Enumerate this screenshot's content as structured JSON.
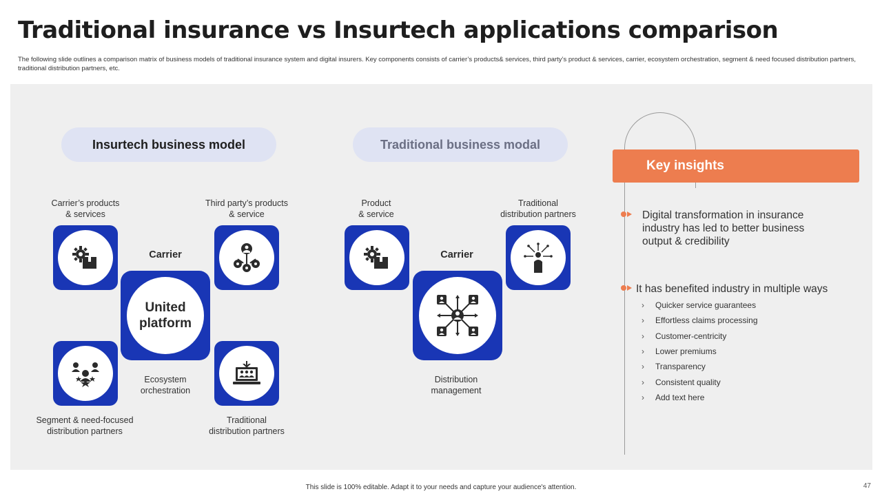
{
  "title": "Traditional insurance vs Insurtech applications comparison",
  "subtitle": "The following slide outlines a comparison matrix of business models of traditional insurance system and digital insurers. Key components consists of carrier’s products& services, third party’s product & services, carrier, ecosystem orchestration, segment & need focused distribution partners, traditional distribution partners, etc.",
  "insurtech": {
    "heading": "Insurtech business model",
    "carrier_label": "Carrier",
    "center_text": "United platform",
    "nodes": {
      "top_left": "Carrier’s  products\n& services",
      "top_right": "Third  party’s products\n& service",
      "middle_bottom": "Ecosystem\norchestration",
      "bottom_left": "Segment  & need-focused\ndistribution partners",
      "bottom_right": "Traditional\ndistribution partners"
    }
  },
  "traditional": {
    "heading": "Traditional business modal",
    "carrier_label": "Carrier",
    "nodes": {
      "top_left": "Product\n& service",
      "top_right": "Traditional\ndistribution partners",
      "bottom": "Distribution\nmanagement"
    }
  },
  "insights": {
    "heading": "Key insights",
    "point1": "Digital transformation  in insurance industry  has led to better business output  & credibility",
    "point2": "It has benefited industry  in multiple ways",
    "sub_items": [
      "Quicker service guarantees",
      "Effortless claims processing",
      "Customer-centricity",
      "Lower premiums",
      "Transparency",
      "Consistent quality",
      "Add text here"
    ]
  },
  "footer": "This slide is 100% editable.  Adapt it to your needs and capture your audience's attention.",
  "page_number": "47",
  "colors": {
    "accent_blue": "#1936b5",
    "accent_orange": "#ed7d4f",
    "pill_bg": "#dfe3f3",
    "panel_bg": "#efefef"
  },
  "icons": [
    "gear-box-icon",
    "network-people-icon",
    "people-star-icon",
    "presentation-laptop-icon",
    "distribution-network-icon",
    "leader-arrows-icon"
  ]
}
